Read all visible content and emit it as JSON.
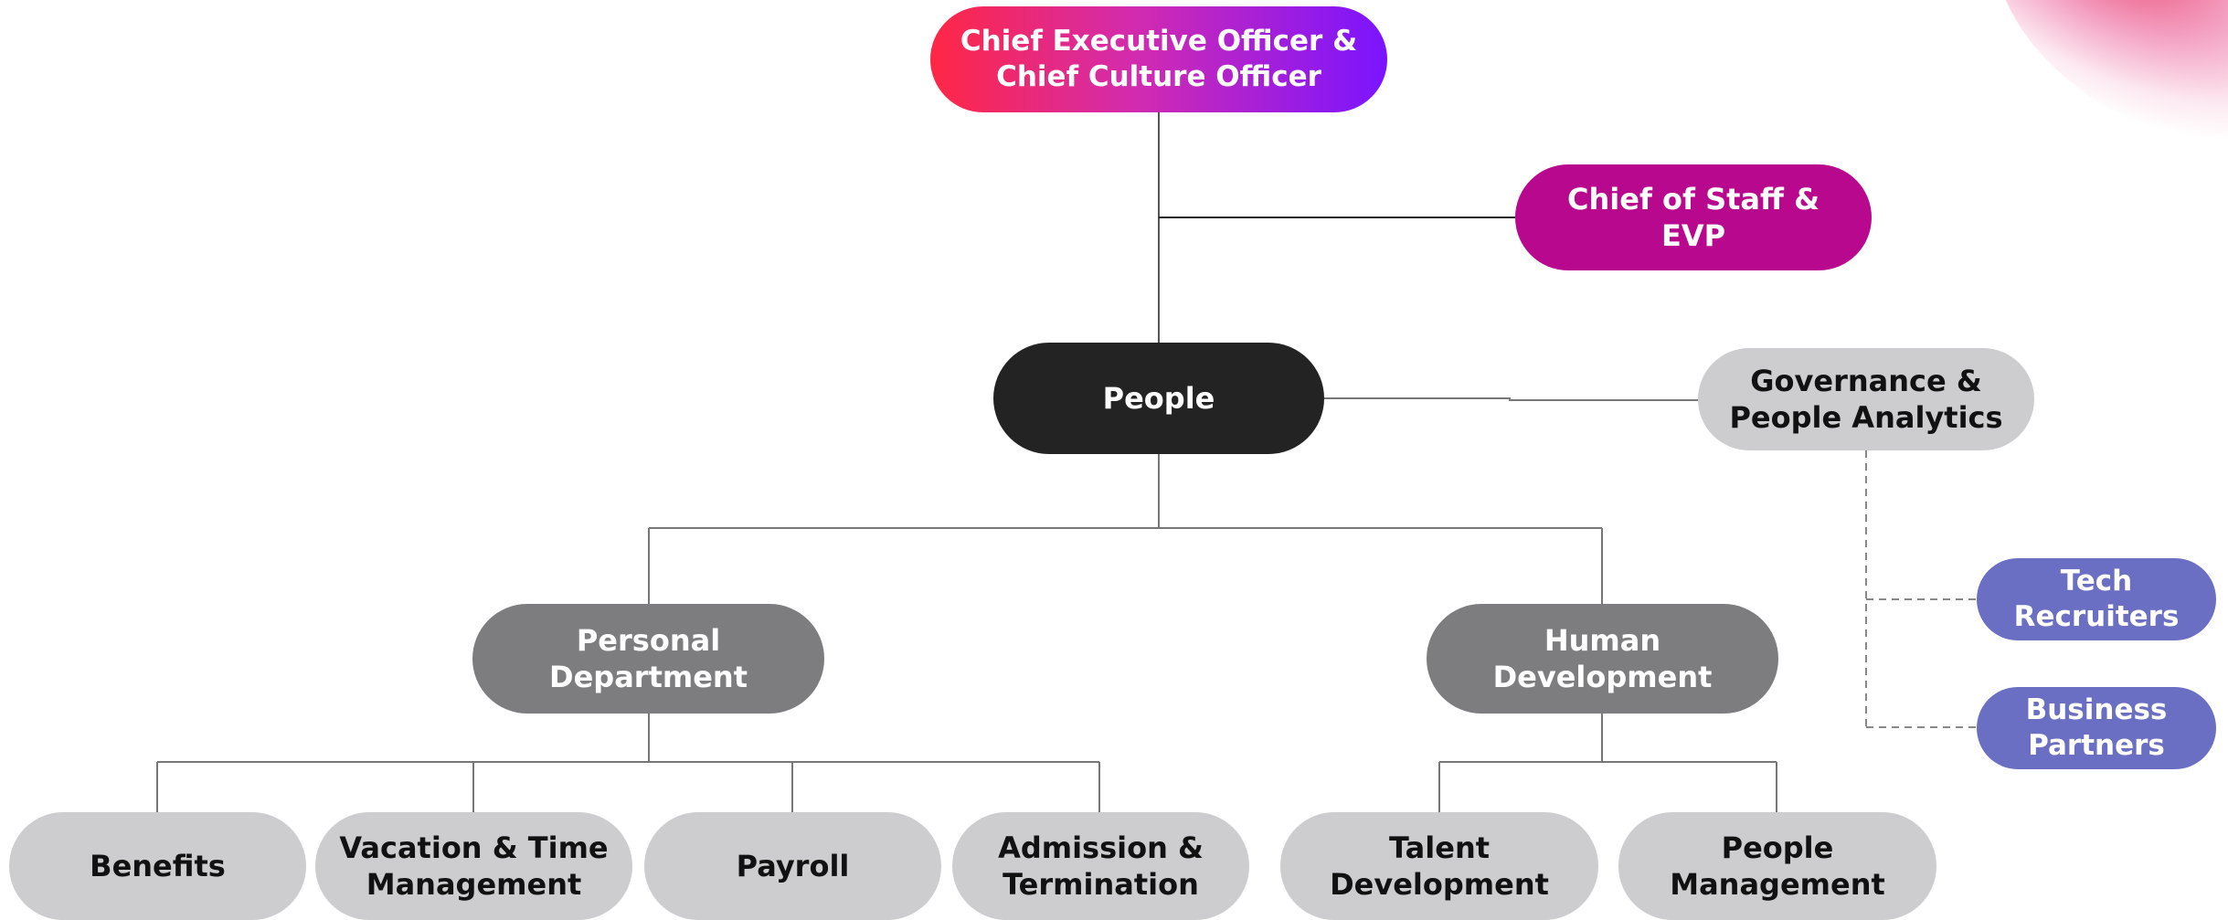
{
  "nodes": {
    "ceo": "Chief Executive Officer &\nChief Culture Officer",
    "chief_of_staff": "Chief of Staff &\nEVP",
    "people": "People",
    "governance": "Governance &\nPeople Analytics",
    "tech_recruiters": "Tech\nRecruiters",
    "business_partners": "Business\nPartners",
    "personal_department": "Personal\nDepartment",
    "human_development": "Human\nDevelopment",
    "benefits": "Benefits",
    "vacation": "Vacation & Time\nManagement",
    "payroll": "Payroll",
    "admission": "Admission &\nTermination",
    "talent_development": "Talent\nDevelopment",
    "people_management": "People\nManagement"
  },
  "colors": {
    "ceo_gradient": [
      "#ff2744",
      "#d22bb0",
      "#7a14ff"
    ],
    "chief_of_staff": "#b8088d",
    "people": "#232323",
    "light_gray": "#cdcdcf",
    "mid_gray": "#7d7d7f",
    "purple": "#6b6fc3",
    "line": "#777777"
  }
}
